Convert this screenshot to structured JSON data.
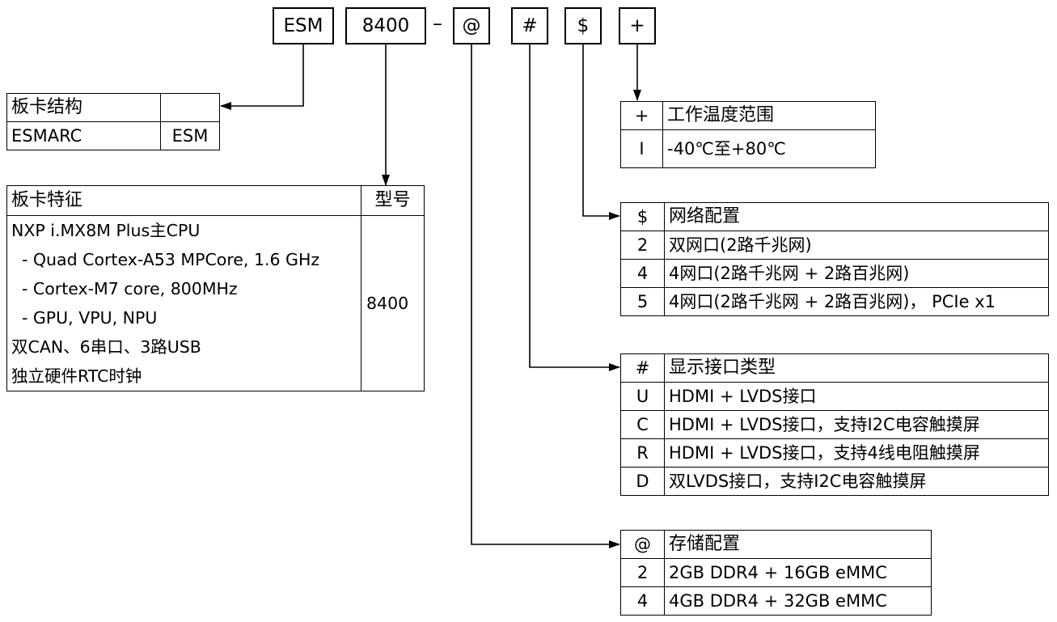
{
  "code": {
    "prefix": "ESM",
    "model": "8400",
    "dash": "–",
    "storage_symbol": "@",
    "display_symbol": "#",
    "network_symbol": "$",
    "temp_symbol": "+"
  },
  "board_structure": {
    "header": [
      "板卡结构",
      ""
    ],
    "rows": [
      [
        "ESMARC",
        "ESM"
      ]
    ]
  },
  "board_features": {
    "header": [
      "板卡特征",
      "型号"
    ],
    "lines": [
      "NXP i.MX8M Plus主CPU",
      "- Quad Cortex-A53 MPCore, 1.6 GHz",
      "- Cortex-M7 core, 800MHz",
      "- GPU, VPU, NPU",
      "双CAN、6串口、3路USB",
      "独立硬件RTC时钟"
    ],
    "model": "8400"
  },
  "temperature": {
    "header": [
      "+",
      "工作温度范围"
    ],
    "rows": [
      [
        "I",
        "-40℃至+80℃"
      ]
    ]
  },
  "network": {
    "header": [
      "$",
      "网络配置"
    ],
    "rows": [
      [
        "2",
        "双网口(2路千兆网)"
      ],
      [
        "4",
        "4网口(2路千兆网 + 2路百兆网)"
      ],
      [
        "5",
        "4网口(2路千兆网 + 2路百兆网)， PCIe x1"
      ]
    ]
  },
  "display": {
    "header": [
      "#",
      "显示接口类型"
    ],
    "rows": [
      [
        "U",
        "HDMI + LVDS接口"
      ],
      [
        "C",
        "HDMI + LVDS接口，支持I2C电容触摸屏"
      ],
      [
        "R",
        "HDMI + LVDS接口，支持4线电阻触摸屏"
      ],
      [
        "D",
        "双LVDS接口，支持I2C电容触摸屏"
      ]
    ]
  },
  "storage": {
    "header": [
      "@",
      "存储配置"
    ],
    "rows": [
      [
        "2",
        "2GB DDR4 + 16GB eMMC"
      ],
      [
        "4",
        "4GB DDR4 + 32GB eMMC"
      ]
    ]
  }
}
